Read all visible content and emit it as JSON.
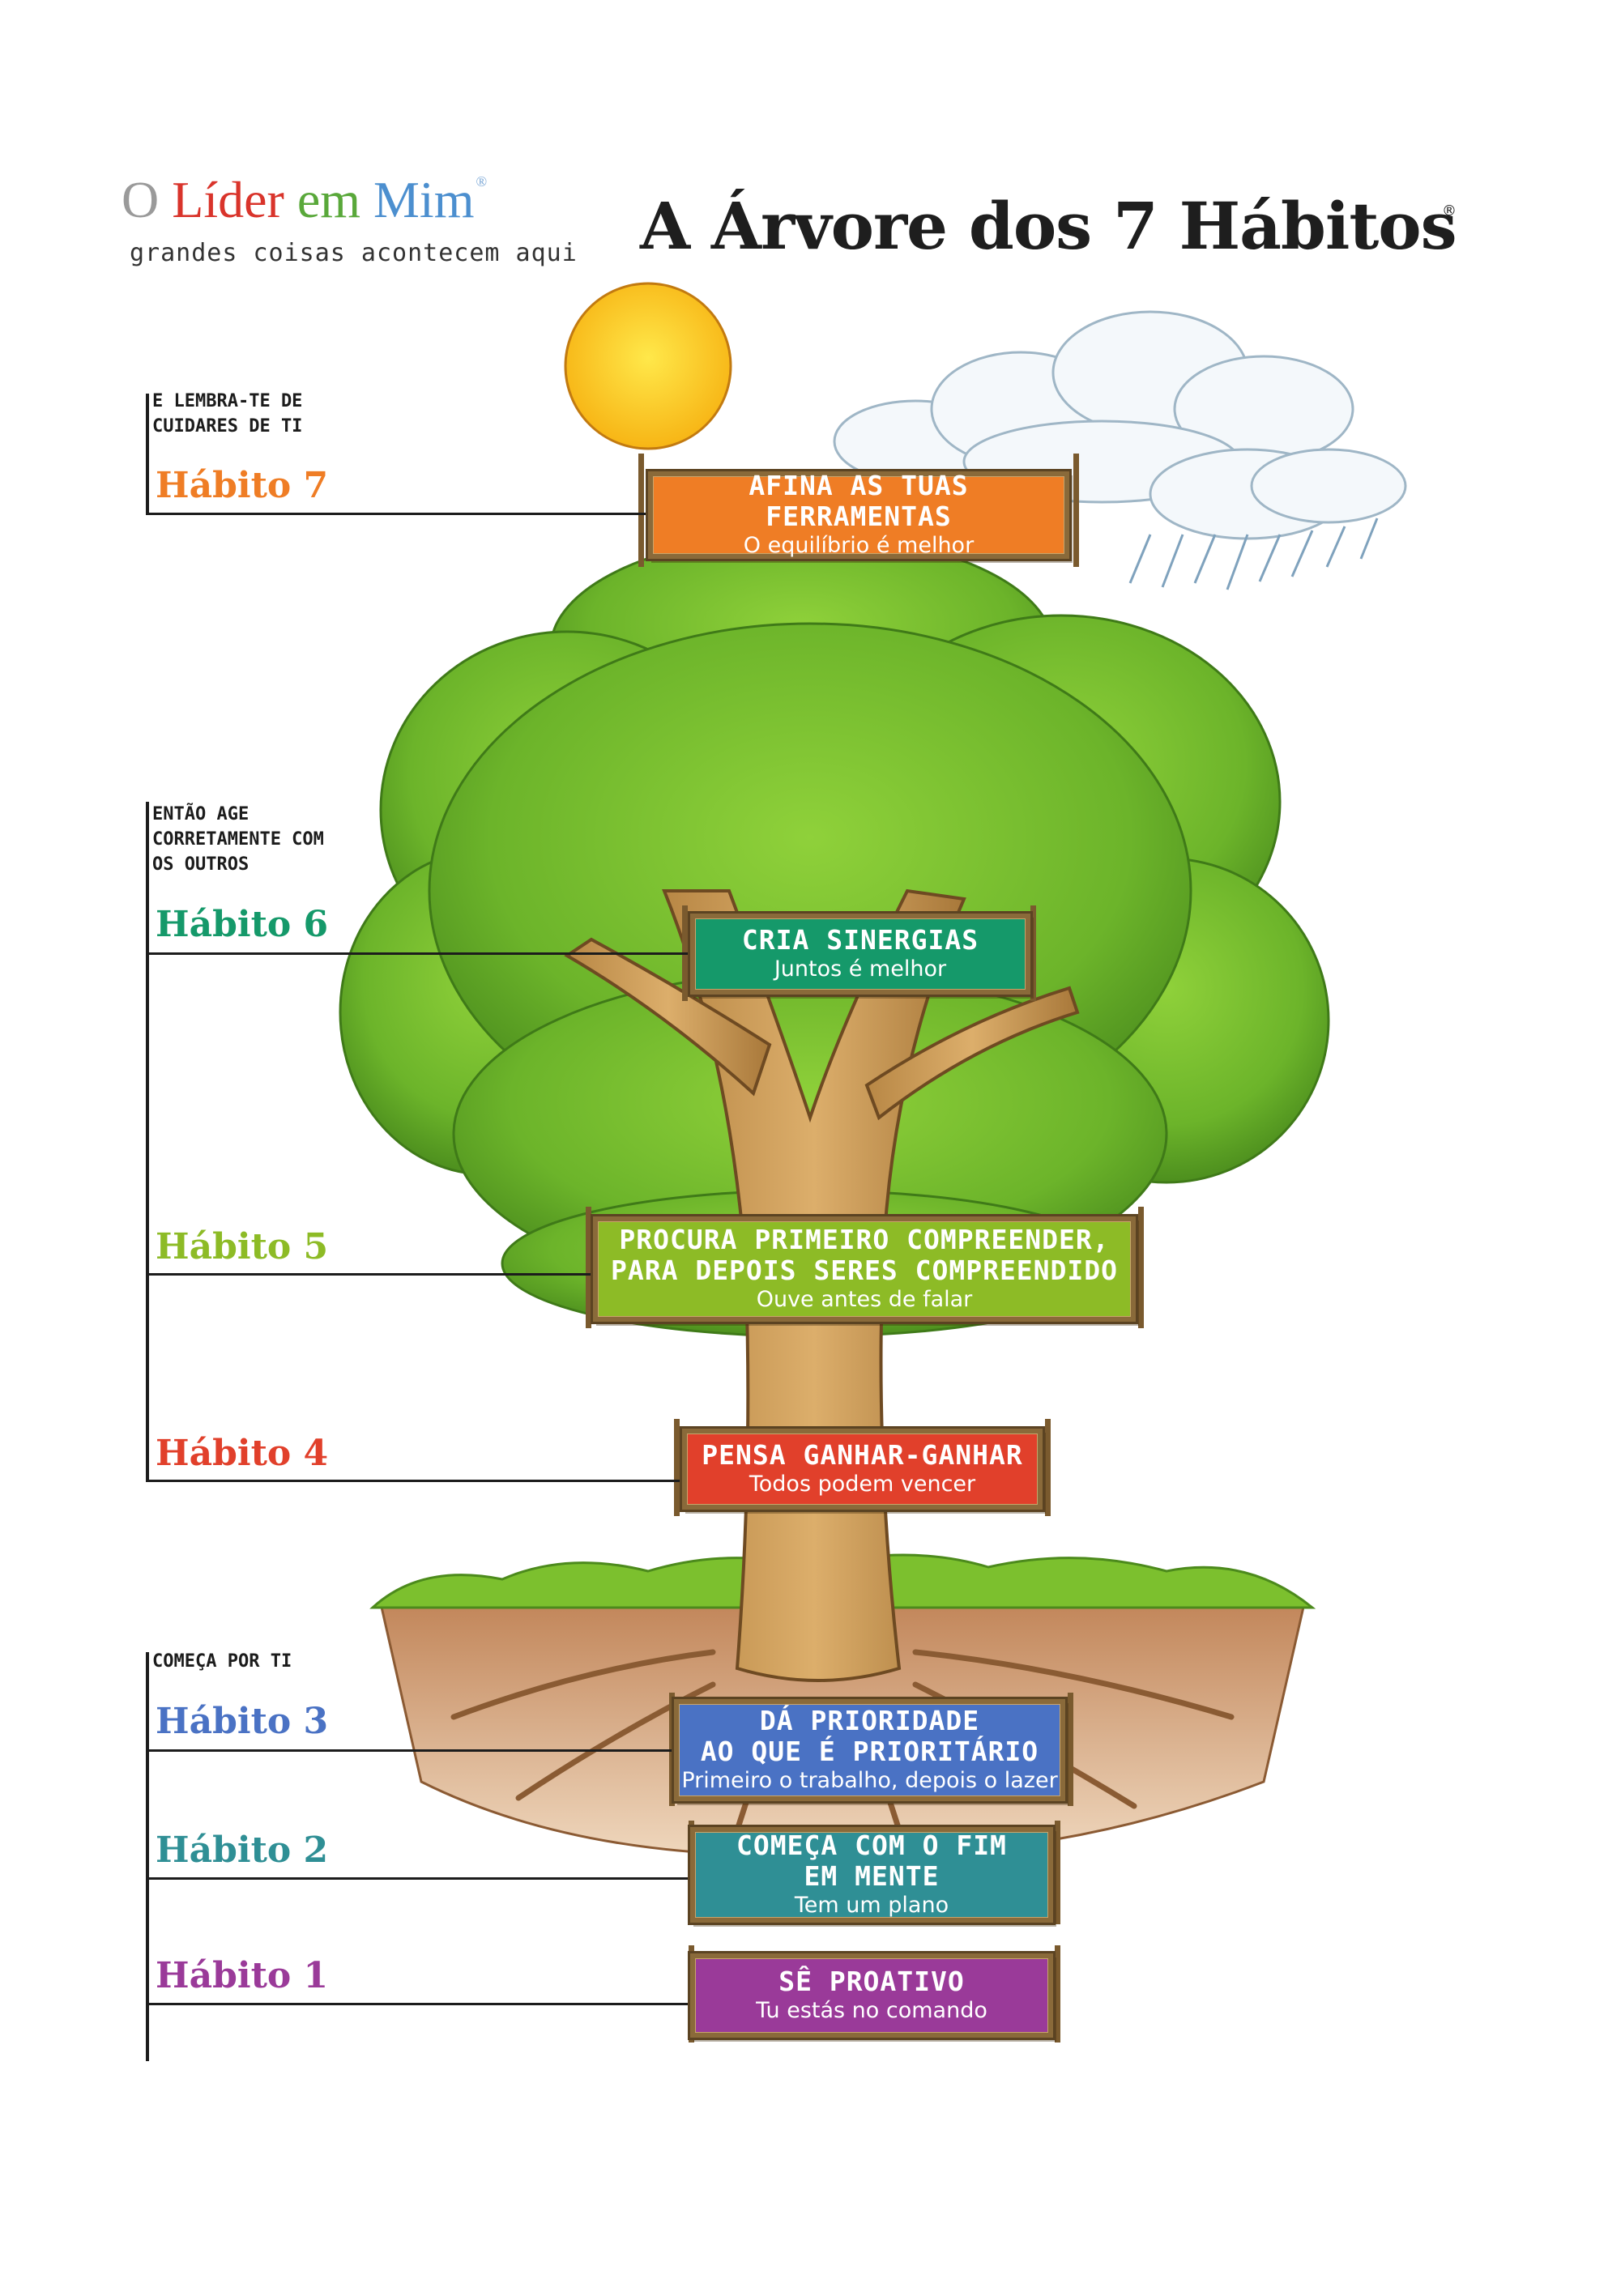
{
  "header": {
    "logo": {
      "o": "O",
      "lider": "Líder",
      "em": "em",
      "mim": "Mim"
    },
    "tagline": "grandes coisas acontecem aqui",
    "title": "A Árvore dos 7 Hábitos"
  },
  "colors": {
    "h7": "#ef7d25",
    "h6": "#15996a",
    "h5": "#8dbb26",
    "h4": "#e1402b",
    "h3": "#4a72c4",
    "h2": "#2f8f95",
    "h1": "#9a3a99",
    "logo_grey": "#9a9a9a",
    "logo_red": "#d9342b",
    "logo_green": "#59a83a",
    "logo_blue": "#4c8fcf"
  },
  "sections": {
    "top": "E LEMBRA-TE DE CUIDARES DE TI",
    "middle": "ENTÃO AGE CORRETAMENTE COM OS OUTROS",
    "bottom": "COMEÇA POR TI"
  },
  "habits": [
    {
      "label": "Hábito 7",
      "title": "AFINA AS TUAS FERRAMENTAS",
      "subtitle": "O equilíbrio é melhor"
    },
    {
      "label": "Hábito 6",
      "title": "CRIA SINERGIAS",
      "subtitle": "Juntos é melhor"
    },
    {
      "label": "Hábito 5",
      "title_1": "PROCURA PRIMEIRO COMPREENDER,",
      "title_2": "PARA DEPOIS SERES COMPREENDIDO",
      "subtitle": "Ouve antes de falar"
    },
    {
      "label": "Hábito 4",
      "title": "PENSA GANHAR-GANHAR",
      "subtitle": "Todos podem vencer"
    },
    {
      "label": "Hábito 3",
      "title_1": "DÁ PRIORIDADE",
      "title_2": "AO QUE É PRIORITÁRIO",
      "subtitle": "Primeiro o trabalho, depois o lazer"
    },
    {
      "label": "Hábito 2",
      "title_1": "COMEÇA COM O FIM",
      "title_2": "EM MENTE",
      "subtitle": "Tem um plano"
    },
    {
      "label": "Hábito 1",
      "title": "SÊ PROATIVO",
      "subtitle": "Tu estás no comando"
    }
  ]
}
